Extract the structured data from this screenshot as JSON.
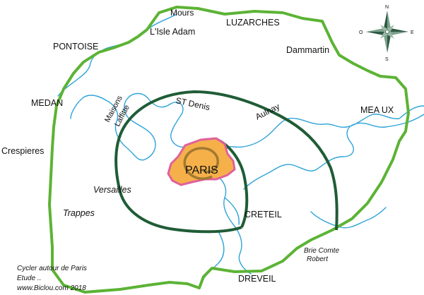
{
  "map": {
    "colors": {
      "outer_ring": "#5cb335",
      "middle_ring": "#1f5c36",
      "inner_ring": "#a07a30",
      "paris_fill": "#f5b04a",
      "paris_border": "#e0609a",
      "river": "#2ea3d9",
      "background": "#ffffff"
    },
    "places": {
      "mours": "Mours",
      "luzarches": "LUZARCHES",
      "lisle_adam": "L'Isle Adam",
      "pontoise": "PONTOISE",
      "dammartin": "Dammartin",
      "medan": "MEDAN",
      "maisons": "Maisons",
      "laffitte": "Laffitte",
      "st_denis": "ST Denis",
      "aulnay": "Aulnay",
      "meaux": "MEA  UX",
      "crespieres": "Crespieres",
      "paris": "PARIS",
      "versailles": "Versailles",
      "trappes": "Trappes",
      "creteil": "CRETEIL",
      "brie1": "Brie Comte",
      "brie2": "Robert",
      "dreveil": "DREVEIL"
    },
    "compass": {
      "n": "N",
      "s": "S",
      "e": "E",
      "o": "O"
    },
    "credits": {
      "line1": "Cycler autour de Paris",
      "line2": "Etude ..",
      "line3": "www.Biclou.com 2018"
    }
  }
}
